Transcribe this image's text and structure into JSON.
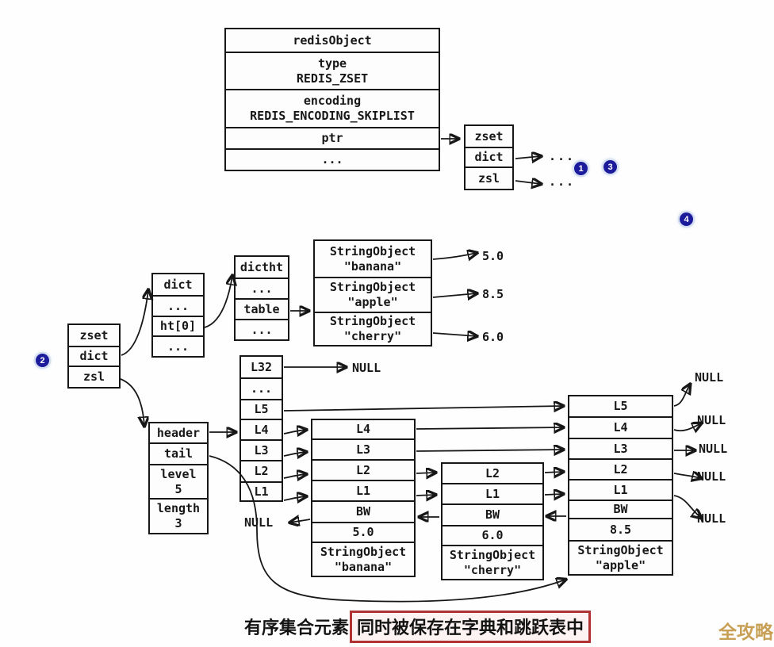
{
  "boxes": {
    "redis_object": [
      "redisObject",
      "type\nREDIS_ZSET",
      "encoding\nREDIS_ENCODING_SKIPLIST",
      "ptr",
      "..."
    ],
    "zset_struct_top": [
      "zset",
      "dict",
      "zsl"
    ],
    "zset_struct_left": [
      "zset",
      "dict",
      "zsl"
    ],
    "dict_struct": [
      "dict",
      "...",
      "ht[0]",
      "..."
    ],
    "dictht_struct": [
      "dictht",
      "...",
      "table",
      "..."
    ],
    "member_table": [
      "StringObject\n\"banana\"",
      "StringObject\n\"apple\"",
      "StringObject\n\"cherry\""
    ],
    "header_levels": [
      "L32",
      "...",
      "L5",
      "L4",
      "L3",
      "L2",
      "L1"
    ],
    "zskiplist_struct": [
      "header",
      "tail",
      "level\n5",
      "length\n3"
    ],
    "node_banana": [
      "L4",
      "L3",
      "L2",
      "L1",
      "BW",
      "5.0",
      "StringObject\n\"banana\""
    ],
    "node_cherry": [
      "L2",
      "L1",
      "BW",
      "6.0",
      "StringObject\n\"cherry\""
    ],
    "node_apple": [
      "L5",
      "L4",
      "L3",
      "L2",
      "L1",
      "BW",
      "8.5",
      "StringObject\n\"apple\""
    ]
  },
  "labels": {
    "dots_dict": "...",
    "dots_zsl": "...",
    "score_banana": "5.0",
    "score_apple": "8.5",
    "score_cherry": "6.0",
    "null_l32": "NULL",
    "null_bw": "NULL",
    "null_r1": "NULL",
    "null_r2": "NULL",
    "null_r3": "NULL",
    "null_r4": "NULL",
    "null_r5": "NULL"
  },
  "badges": {
    "one": "1",
    "two": "2",
    "three": "3",
    "four": "4"
  },
  "caption": {
    "prefix": "有序集合元素",
    "highlight": "同时被保存在字典和跳跃表中"
  },
  "watermark": "全攻略",
  "colors": {
    "line": "#171717",
    "badge": "#1b1b9c",
    "highlight_border": "#b03232",
    "watermark": "#c8a055"
  }
}
